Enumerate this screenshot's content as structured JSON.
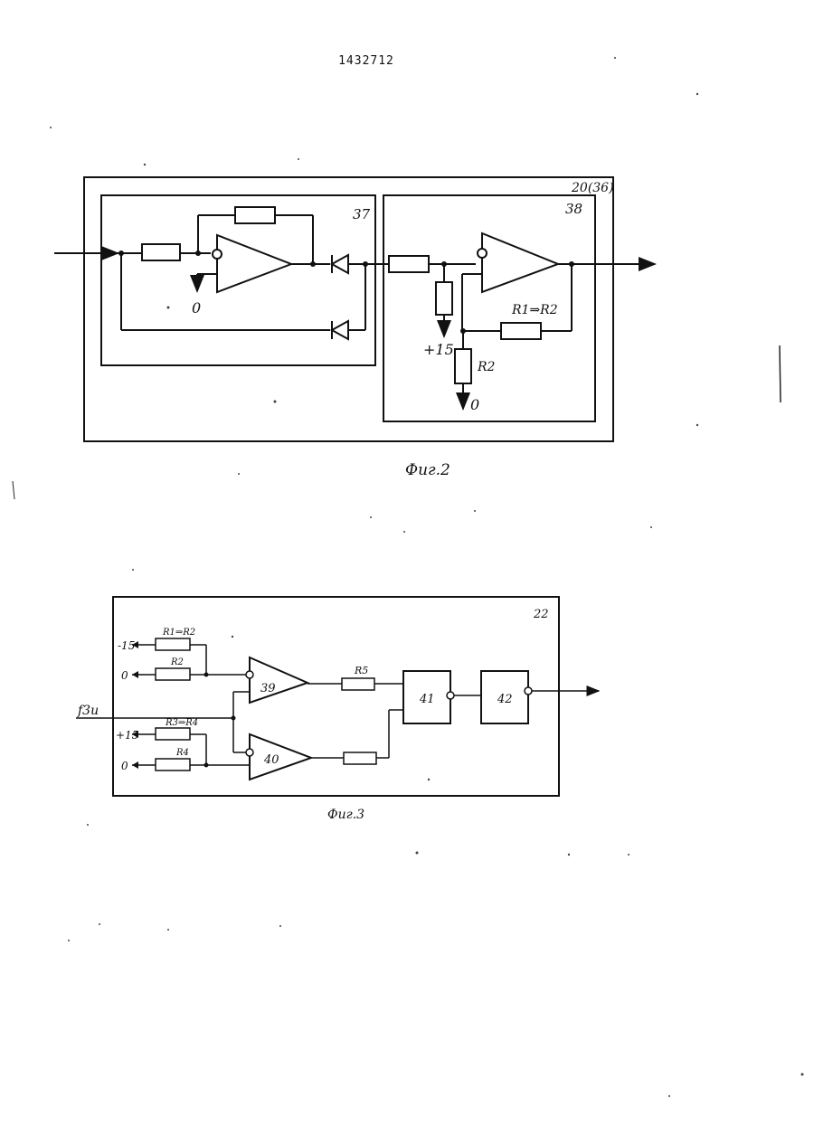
{
  "page_number": "1432712",
  "figure2": {
    "caption": "Фиг.2",
    "outer_label": "20(36)",
    "block_a_label": "37",
    "block_b_label": "38",
    "ground_label": "0",
    "supply_label": "+15",
    "feedback_label": "R1⇒R2",
    "resistor_label": "R2",
    "ground_label_b": "0"
  },
  "figure3": {
    "caption": "Фиг.3",
    "block_label": "22",
    "input_label": "f3и",
    "rail_top_1": "-15",
    "rail_top_2": "0",
    "rail_bot_1": "+15",
    "rail_bot_2": "0",
    "res_top_1": "R1⇒R2",
    "res_top_2": "R2",
    "res_bot_1": "R3⇒R4",
    "res_bot_2": "R4",
    "res_out": "R5",
    "comp_1": "39",
    "comp_2": "40",
    "gate_1": "41",
    "gate_2": "42"
  }
}
